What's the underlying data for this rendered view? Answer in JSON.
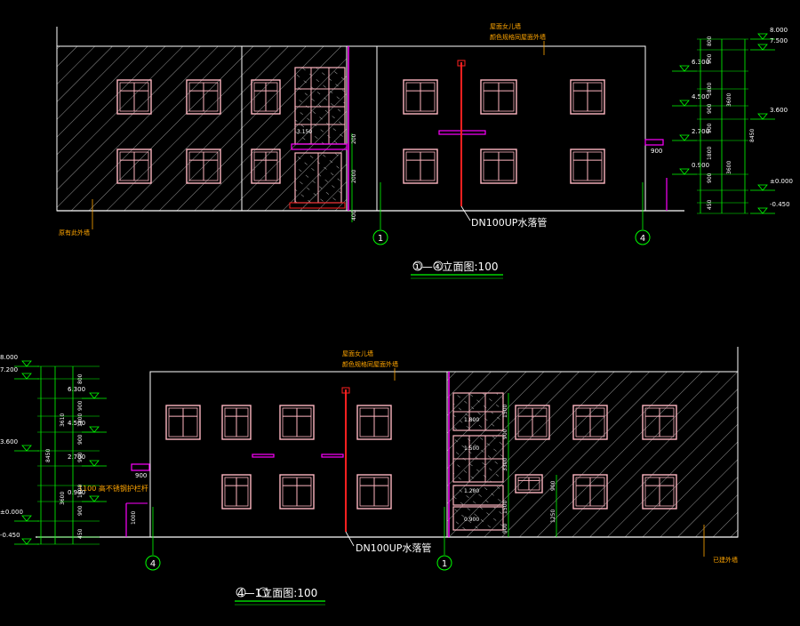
{
  "colors": {
    "background": "#000000",
    "outline": "#ffffff",
    "window": "#ffb6c1",
    "hatch": "#c8c8c8",
    "dim": "#00ff00",
    "annotation": "#ffa500",
    "magenta": "#ff00ff",
    "pipe": "#ff2020",
    "grid": "#00ff00",
    "title": "#ffffff"
  },
  "elevation_top": {
    "title": "①—④立面图:100",
    "title_full": "1—4立面图:100",
    "note_top_line1": "屋面女儿墙",
    "note_top_line2": "颜色规格同屋面外墙",
    "note_left": "原有此外墙",
    "pipe_label": "DN100UP水落管",
    "grid_left": "1",
    "grid_right": "4",
    "levels": [
      "8.000",
      "7.500",
      "6.300",
      "4.500",
      "3.600",
      "2.700",
      "0.900",
      "±0.000",
      "-0.450"
    ],
    "dims_outer": "8450",
    "dims_mid": [
      "3600",
      "3600"
    ],
    "dims_inner": [
      "800",
      "900",
      "1800",
      "900",
      "900",
      "1800",
      "900",
      "450"
    ],
    "door_dims": [
      "200",
      "2000",
      "400"
    ],
    "door_level": "3.150",
    "side_dim": "900"
  },
  "elevation_bottom": {
    "title": "4—1立面图:100",
    "note_top_line1": "屋面女儿墙",
    "note_top_line2": "颜色规格同屋面外墙",
    "note_right": "已建外墙",
    "pipe_label": "DN100UP水落管",
    "rail_note": "1100 高不锈钢护栏杆",
    "grid_left": "4",
    "grid_right": "1",
    "levels": [
      "8.000",
      "7.200",
      "6.300",
      "4.500",
      "3.600",
      "2.700",
      "0.900",
      "±0.000",
      "-0.450"
    ],
    "dims_outer": "8450",
    "dims_mid": [
      "3610",
      "3600"
    ],
    "dims_inner": [
      "800",
      "900",
      "1800",
      "900",
      "900",
      "1800",
      "900",
      "450"
    ],
    "stair_levels": [
      "1.800",
      "1.500",
      "1.200",
      "0.900"
    ],
    "stair_dims": [
      "1500",
      "900",
      "3300",
      "1500",
      "900"
    ],
    "side_dims": [
      "900",
      "1000",
      "900",
      "1250"
    ]
  }
}
